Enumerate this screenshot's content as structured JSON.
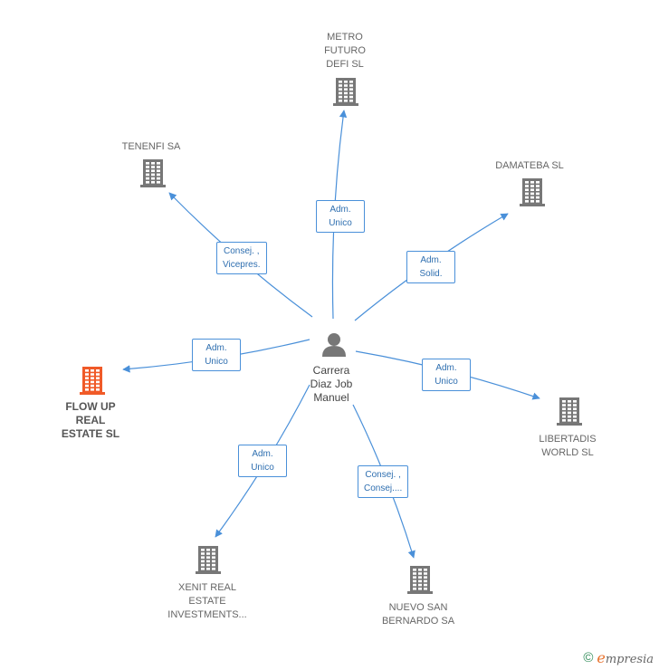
{
  "colors": {
    "building": "#777777",
    "focus_building": "#f05a28",
    "person": "#777777",
    "edge": "#4a90d9"
  },
  "center": {
    "name": "Carrera\nDiaz Job\nManuel"
  },
  "nodes": [
    {
      "id": "metro",
      "name": "METRO\nFUTURO\nDEFI  SL",
      "focus": false
    },
    {
      "id": "tenenfi",
      "name": "TENENFI SA",
      "focus": false
    },
    {
      "id": "damateba",
      "name": "DAMATEBA  SL",
      "focus": false
    },
    {
      "id": "flowup",
      "name": "FLOW UP\nREAL\nESTATE  SL",
      "focus": true
    },
    {
      "id": "libertadis",
      "name": "LIBERTADIS\nWORLD  SL",
      "focus": false
    },
    {
      "id": "xenit",
      "name": "XENIT REAL\nESTATE\nINVESTMENTS...",
      "focus": false
    },
    {
      "id": "nuevo",
      "name": "NUEVO SAN\nBERNARDO SA",
      "focus": false
    }
  ],
  "edges": [
    {
      "to": "metro",
      "label": "Adm.\nUnico"
    },
    {
      "to": "tenenfi",
      "label": "Consej. ,\nVicepres."
    },
    {
      "to": "damateba",
      "label": "Adm.\nSolid."
    },
    {
      "to": "flowup",
      "label": "Adm.\nUnico"
    },
    {
      "to": "libertadis",
      "label": "Adm.\nUnico"
    },
    {
      "to": "xenit",
      "label": "Adm.\nUnico"
    },
    {
      "to": "nuevo",
      "label": "Consej. ,\nConsej...."
    }
  ],
  "footer": {
    "copyright_symbol": "©",
    "brand_initial": "e",
    "brand_rest": "mpresia"
  }
}
